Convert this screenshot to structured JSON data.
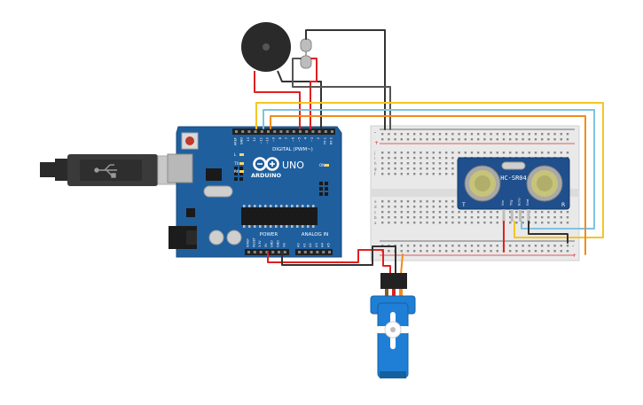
{
  "arduino": {
    "logo": "ARDUINO",
    "model": "UNO",
    "digital_label": "DIGITAL (PWM~)",
    "power_label": "POWER",
    "analog_label": "ANALOG IN",
    "top_pins": [
      "AREF",
      "GND",
      "13",
      "12",
      "~11",
      "~10",
      "~9",
      "8",
      "7",
      "~6",
      "~5",
      "4",
      "~3",
      "2",
      "TX 1",
      "RX 0"
    ],
    "power_pins": [
      "IOREF",
      "RESET",
      "3.3V",
      "5V",
      "GND",
      "GND",
      "Vin"
    ],
    "analog_pins": [
      "A0",
      "A1",
      "A2",
      "A3",
      "A4",
      "A5"
    ],
    "led_labels": [
      "L",
      "TX",
      "RX",
      "ON"
    ]
  },
  "sensor": {
    "label": "HC-SR04",
    "pins": [
      "Vcc",
      "Trig",
      "Echo",
      "Gnd"
    ],
    "corner_left": "T",
    "corner_right": "R"
  },
  "breadboard": {
    "row_letters_top": [
      "j",
      "i",
      "h",
      "g",
      "f"
    ],
    "row_letters_bottom": [
      "e",
      "d",
      "c",
      "b",
      "a"
    ],
    "plus": "+",
    "minus": "-"
  },
  "colors": {
    "board": "#1f5f9e",
    "board_dark": "#174a7b",
    "red_wire": "#e02020",
    "black_wire": "#333333",
    "yellow_wire": "#f3c623",
    "orange_wire": "#f08c1a",
    "lightblue_wire": "#7ec3e0",
    "breadboard": "#e9e9e9",
    "servo": "#1f7fd6"
  }
}
